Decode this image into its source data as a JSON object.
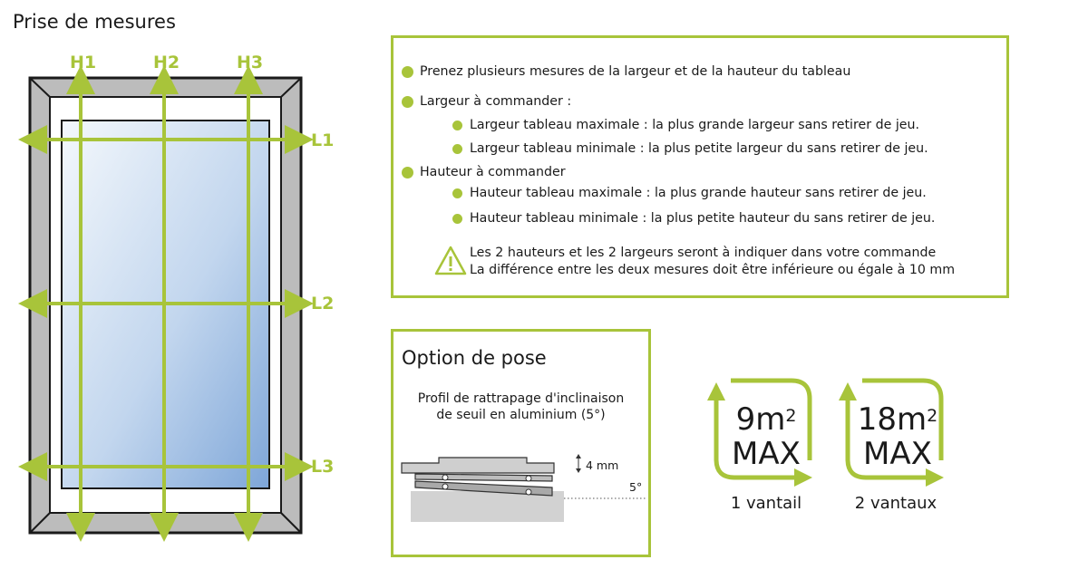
{
  "title": "Prise de mesures",
  "window": {
    "labels": {
      "h1": "H1",
      "h2": "H2",
      "h3": "H3",
      "l1": "L1",
      "l2": "L2",
      "l3": "L3"
    },
    "colors": {
      "accent": "#a8c43a",
      "frame": "#bcbcbc",
      "glass_light": "#f4f8fc",
      "glass_dark": "#7ea6d8"
    }
  },
  "instructions": {
    "items": [
      {
        "level": 1,
        "text": "Prenez plusieurs mesures de la largeur et de la hauteur du tableau"
      },
      {
        "level": 1,
        "text": "Largeur à commander :"
      },
      {
        "level": 2,
        "text": "Largeur tableau maximale : la plus grande largeur sans retirer de jeu."
      },
      {
        "level": 2,
        "text": "Largeur tableau minimale : la plus petite largeur du sans retirer de jeu."
      },
      {
        "level": 1,
        "text": "Hauteur à commander"
      },
      {
        "level": 2,
        "text": "Hauteur tableau maximale : la plus grande hauteur sans retirer de jeu."
      },
      {
        "level": 2,
        "text": "Hauteur tableau minimale : la plus petite hauteur du sans retirer de jeu."
      }
    ],
    "warning": {
      "icon": "warning-icon",
      "line1": "Les 2 hauteurs et les 2 largeurs seront à indiquer dans votre commande",
      "line2": "La différence entre les deux mesures doit être inférieure ou égale à 10 mm"
    }
  },
  "pose": {
    "title": "Option de pose",
    "desc_line1": "Profil de rattrapage d'inclinaison",
    "desc_line2": "de seuil en aluminium (5°)",
    "dim_label": "4 mm",
    "angle_label": "5°"
  },
  "badges": [
    {
      "area": "9m",
      "exp": "2",
      "max": "MAX",
      "caption": "1 vantail"
    },
    {
      "area": "18m",
      "exp": "2",
      "max": "MAX",
      "caption": "2 vantaux"
    }
  ]
}
